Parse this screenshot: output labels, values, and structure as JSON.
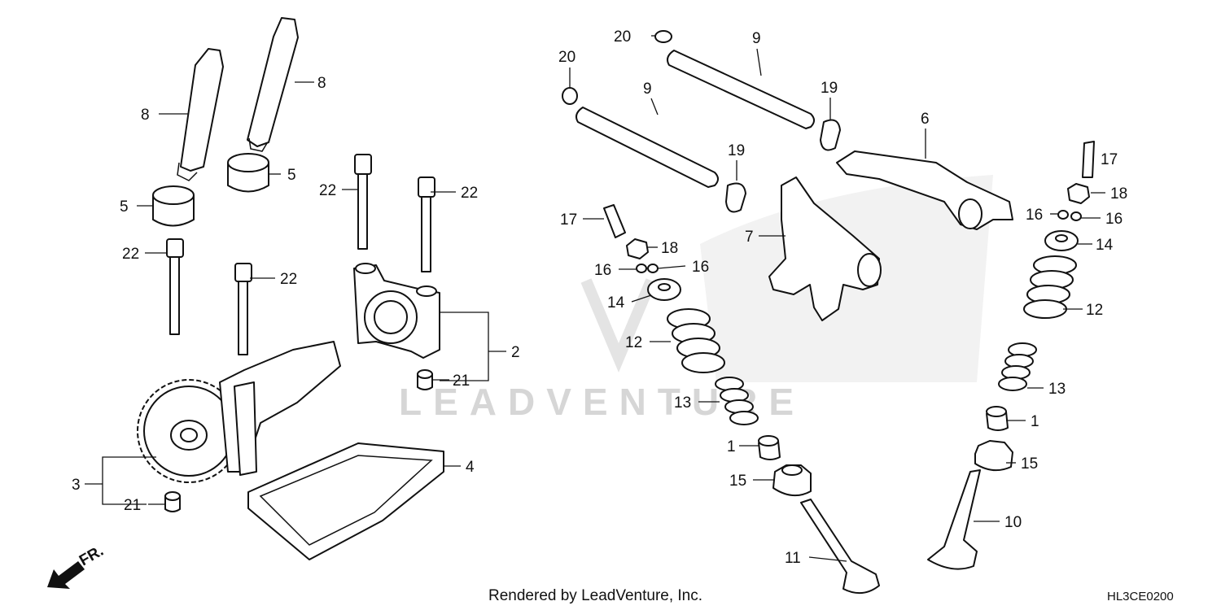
{
  "diagram": {
    "callouts": {
      "c1a": "1",
      "c1b": "1",
      "c2": "2",
      "c3": "3",
      "c4": "4",
      "c5a": "5",
      "c5b": "5",
      "c6": "6",
      "c7": "7",
      "c8a": "8",
      "c8b": "8",
      "c9a": "9",
      "c9b": "9",
      "c10": "10",
      "c11": "11",
      "c12a": "12",
      "c12b": "12",
      "c13a": "13",
      "c13b": "13",
      "c14a": "14",
      "c14b": "14",
      "c15a": "15",
      "c15b": "15",
      "c16a": "16",
      "c16b": "16",
      "c16c": "16",
      "c16d": "16",
      "c17a": "17",
      "c17b": "17",
      "c18a": "18",
      "c18b": "18",
      "c19a": "19",
      "c19b": "19",
      "c20a": "20",
      "c20b": "20",
      "c21a": "21",
      "c21b": "21",
      "c22a": "22",
      "c22b": "22",
      "c22c": "22",
      "c22d": "22"
    },
    "front_marker": "FR.",
    "watermark": "LEADVENTURE",
    "footer_credit": "Rendered by LeadVenture, Inc.",
    "diagram_code": "HL3CE0200"
  }
}
